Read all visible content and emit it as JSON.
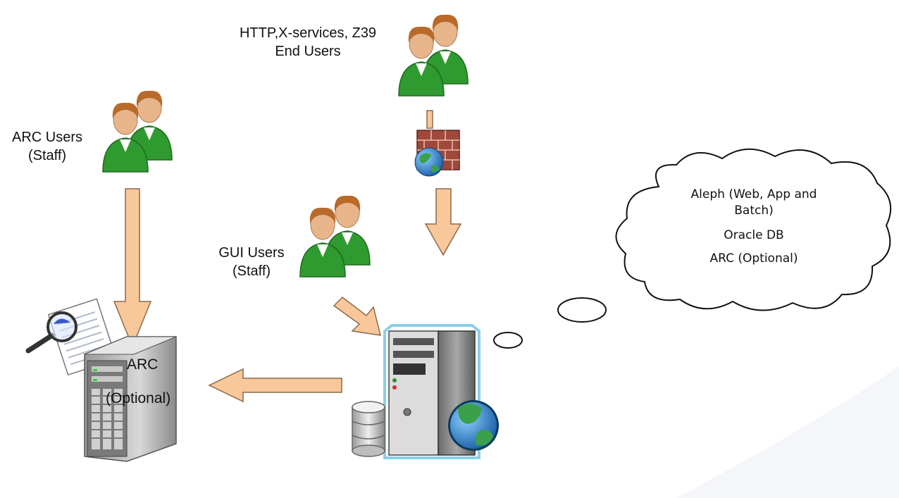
{
  "nodes": {
    "http_users": {
      "line1": "HTTP,X-services, Z39",
      "line2": "End Users"
    },
    "arc_users": {
      "line1": "ARC Users",
      "line2": "(Staff)"
    },
    "gui_users": {
      "line1": "GUI Users",
      "line2": "(Staff)"
    },
    "arc_server": {
      "line1": "ARC",
      "line2": "(Optional)"
    }
  },
  "cloud": {
    "line1": "Aleph (Web, App and",
    "line2": "Batch)",
    "line3": "Oracle DB",
    "line4": "ARC (Optional)"
  },
  "colors": {
    "arrow_fill": "#f8c79a",
    "arrow_stroke": "#8a6a4a",
    "user_shirt": "#2f9a2f",
    "user_skin": "#e8b58a",
    "user_hair": "#b86a2a",
    "server_body": "#808080",
    "globe_blue": "#2a78c8",
    "globe_green": "#3aa04a",
    "firewall_brick": "#a0483a"
  },
  "icons": [
    "users-icon",
    "firewall-icon",
    "server-icon",
    "database-icon",
    "globe-icon",
    "document-search-icon",
    "cloud-bubble"
  ]
}
